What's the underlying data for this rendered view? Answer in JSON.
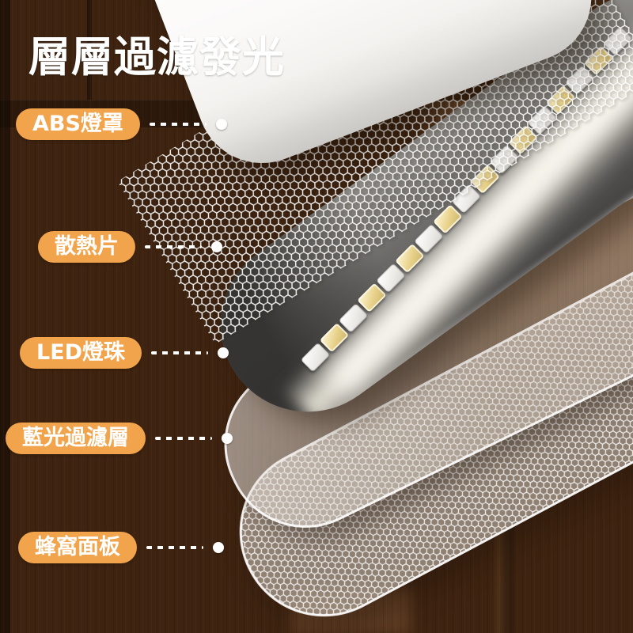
{
  "title": "層層過濾發光",
  "callouts": [
    {
      "label": "ABS燈罩"
    },
    {
      "label": "散熱片"
    },
    {
      "label": "LED燈珠"
    },
    {
      "label": "藍光過濾層"
    },
    {
      "label": "蜂窩面板"
    }
  ],
  "layers": {
    "abs_cover": "ABS燈罩",
    "heat_sink_mesh": "散熱片",
    "led_board": "LED燈珠",
    "blue_light_filter": "藍光過濾層",
    "honeycomb_panel": "蜂窩面板"
  },
  "led_strip": {
    "chip_count": 17,
    "chip_colors": [
      "white",
      "gold"
    ]
  },
  "colors": {
    "label_pill": "#F2A44C",
    "wood_dark": "#3E2310",
    "wood_light": "#6B4628",
    "panel_gray": "#636260",
    "chip_gold": "#E6CF86",
    "chip_white": "#F2F1EE",
    "glow": "#FFF8E6",
    "mesh_line": "#FFFFFF",
    "text": "#FFFFFF"
  }
}
